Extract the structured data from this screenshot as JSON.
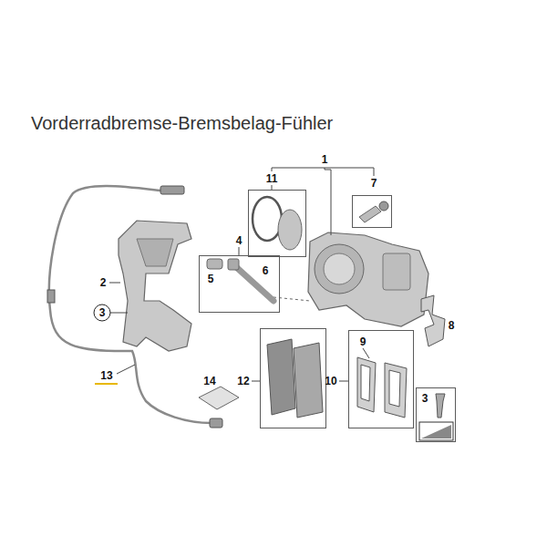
{
  "diagram": {
    "title": "Vorderradbremse-Bremsbelag-Fühler",
    "nodes": [
      {
        "text": [
          "11"
        ]
      },
      {
        "text": [
          "7"
        ]
      },
      {
        "text": [
          "4",
          "5",
          "6"
        ]
      },
      {
        "text": [
          "12"
        ]
      },
      {
        "text": [
          "10",
          "9"
        ]
      },
      {
        "text": [
          "3"
        ]
      }
    ],
    "labels": [
      "1",
      "2",
      "3",
      "8",
      "13",
      "14"
    ]
  }
}
